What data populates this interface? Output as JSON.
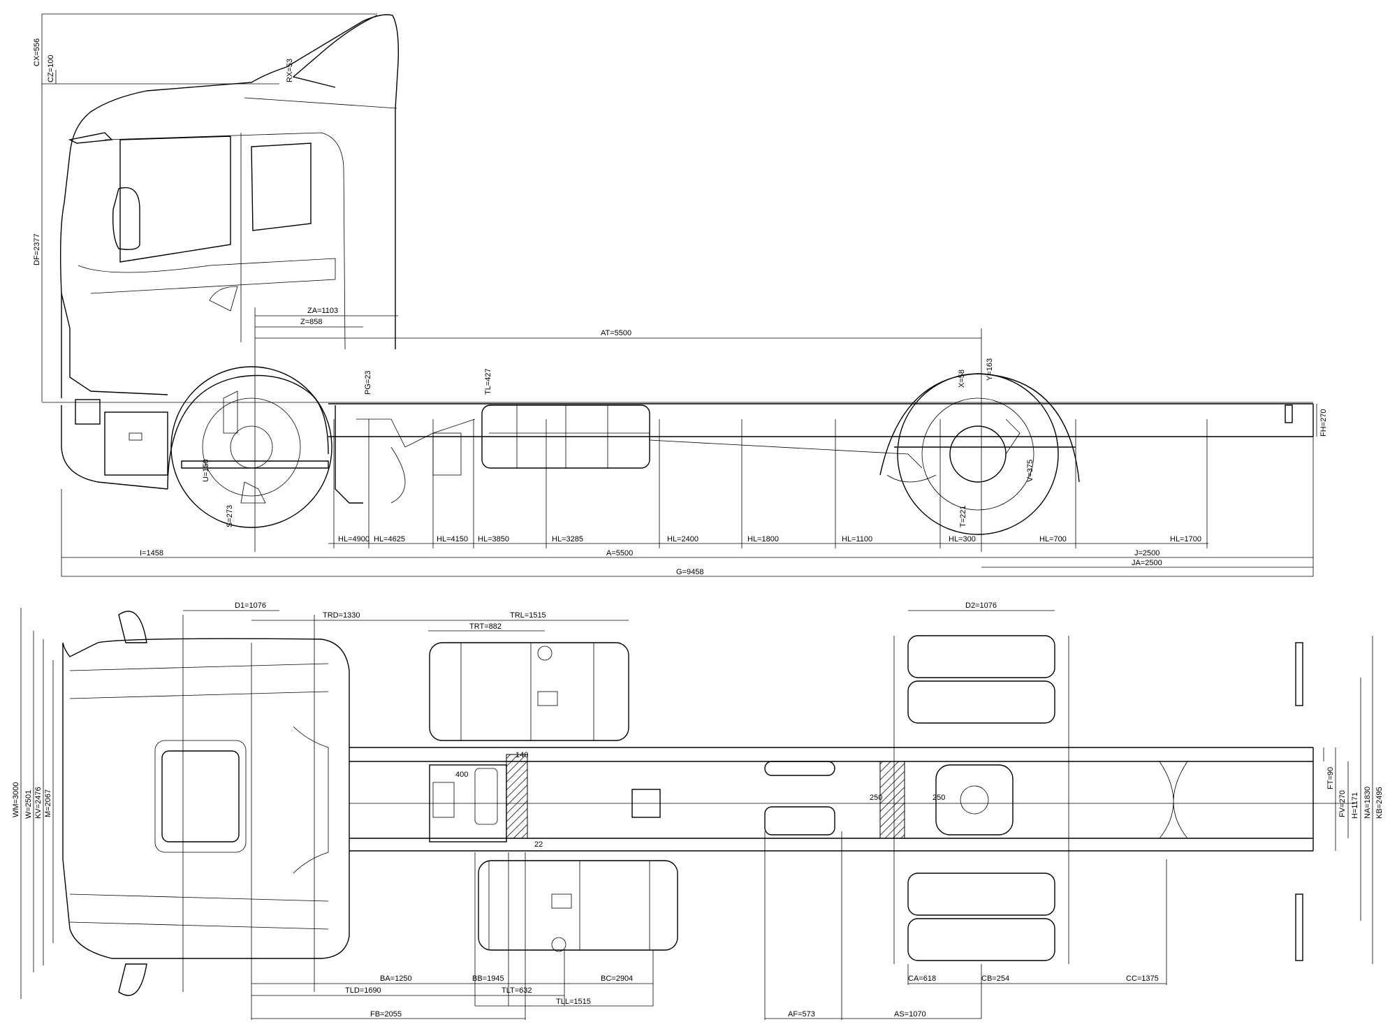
{
  "side_view": {
    "height_dims": [
      {
        "key": "cx",
        "label": "CX=556"
      },
      {
        "key": "cz",
        "label": "CZ=100"
      },
      {
        "key": "df",
        "label": "DF=2377"
      },
      {
        "key": "rx",
        "label": "RX=53"
      }
    ],
    "cab_dims": {
      "za": "ZA=1103",
      "z": "Z=858",
      "pg": "PG=23",
      "tl": "TL=427"
    },
    "at": "AT=5500",
    "rear_small": {
      "x": "X=58",
      "y": "Y=163",
      "v": "V=375",
      "t": "T=221"
    },
    "front_small": {
      "u": "U=150",
      "s": "S=273"
    },
    "fh": "FH=270",
    "hl_labels": [
      "HL=4900",
      "HL=4625",
      "HL=4150",
      "HL=3850",
      "HL=3285",
      "HL=2400",
      "HL=1800",
      "HL=1100",
      "HL=300",
      "HL=700",
      "HL=1700"
    ],
    "bottom_dims": {
      "i": "I=1458",
      "a": "A=5500",
      "j": "J=2500",
      "ja": "JA=2500",
      "g": "G=9458"
    }
  },
  "top_view": {
    "top_dims": {
      "d1": "D1=1076",
      "trd": "TRD=1330",
      "trl": "TRL=1515",
      "trt": "TRT=882",
      "d2": "D2=1076"
    },
    "left_widths": [
      "WM=3000",
      "W=2501",
      "KV=2476",
      "M=2067"
    ],
    "right_widths": [
      "FT=90",
      "FV=270",
      "H=1171",
      "NA=1830",
      "KB=2495"
    ],
    "inner_labels": {
      "b400": "400",
      "b140": "140",
      "b250a": "250",
      "b250b": "250",
      "b22": "22"
    },
    "bottom_dims": {
      "ba": "BA=1250",
      "bb": "BB=1945",
      "bc": "BC=2904",
      "tld": "TLD=1690",
      "tlt": "TLT=632",
      "tll": "TLL=1515",
      "fb": "FB=2055",
      "ca": "CA=618",
      "cb": "CB=254",
      "cc": "CC=1375",
      "af": "AF=573",
      "as": "AS=1070"
    }
  }
}
